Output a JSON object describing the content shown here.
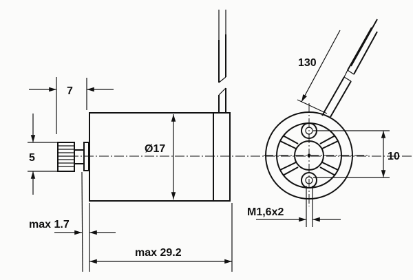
{
  "diagram": {
    "labels": {
      "dim_7": "7",
      "dim_5": "5",
      "dim_diameter": "Ø17",
      "dim_max_1_7": "max 1.7",
      "dim_max_29_2": "max 29.2",
      "dim_130": "130",
      "dim_10": "10",
      "dim_thread": "M1,6x2"
    },
    "colors": {
      "line": "#111111",
      "background": "#fbfbfa"
    }
  }
}
